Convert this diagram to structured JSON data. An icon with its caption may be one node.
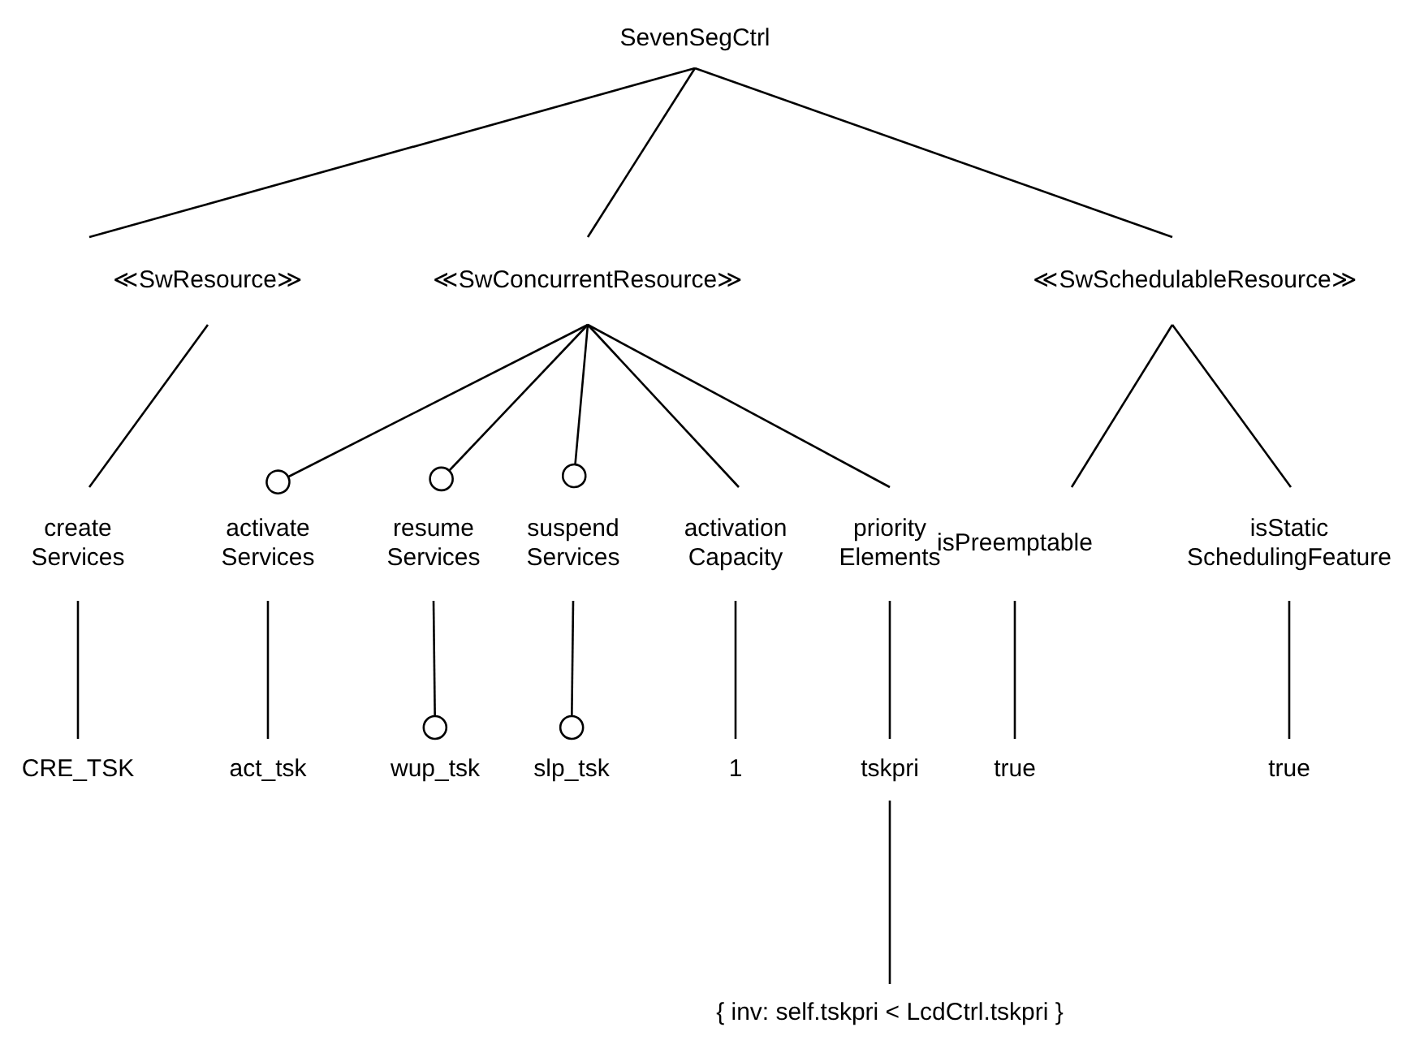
{
  "diagram": {
    "nodes": [
      {
        "text": [
          "SevenSegCtrl"
        ]
      },
      {
        "text": [
          "≪SwResource≫"
        ]
      },
      {
        "text": [
          "≪SwConcurrentResource≫"
        ]
      },
      {
        "text": [
          "≪SwSchedulableResource≫"
        ]
      },
      {
        "text": [
          "create Services"
        ]
      },
      {
        "text": [
          "activate Services"
        ]
      },
      {
        "text": [
          "resume Services"
        ]
      },
      {
        "text": [
          "suspend Services"
        ]
      },
      {
        "text": [
          "activation Capacity"
        ]
      },
      {
        "text": [
          "priority Elements"
        ]
      },
      {
        "text": [
          "isPreemptable"
        ]
      },
      {
        "text": [
          "isStatic SchedulingFeature"
        ]
      },
      {
        "text": [
          "CRE_TSK"
        ]
      },
      {
        "text": [
          "act_tsk"
        ]
      },
      {
        "text": [
          "wup_tsk"
        ]
      },
      {
        "text": [
          "slp_tsk"
        ]
      },
      {
        "text": [
          "1"
        ]
      },
      {
        "text": [
          "tskpri"
        ]
      },
      {
        "text": [
          "true"
        ]
      },
      {
        "text": [
          "true"
        ]
      },
      {
        "text": [
          "{ inv: self.tskpri < LcdCtrl.tskpri }"
        ]
      }
    ],
    "edges": [
      {
        "from": 0,
        "to": 1,
        "arrow": "none"
      },
      {
        "from": 0,
        "to": 2,
        "arrow": "none"
      },
      {
        "from": 0,
        "to": 3,
        "arrow": "none"
      },
      {
        "from": 1,
        "to": 4,
        "arrow": "none"
      },
      {
        "from": 2,
        "to": 5,
        "arrow": "other"
      },
      {
        "from": 2,
        "to": 6,
        "arrow": "other"
      },
      {
        "from": 2,
        "to": 7,
        "arrow": "other"
      },
      {
        "from": 2,
        "to": 8,
        "arrow": "none"
      },
      {
        "from": 2,
        "to": 9,
        "arrow": "none"
      },
      {
        "from": 3,
        "to": 10,
        "arrow": "none"
      },
      {
        "from": 3,
        "to": 11,
        "arrow": "none"
      },
      {
        "from": 4,
        "to": 12,
        "arrow": "none"
      },
      {
        "from": 5,
        "to": 13,
        "arrow": "none"
      },
      {
        "from": 6,
        "to": 14,
        "arrow": "other"
      },
      {
        "from": 7,
        "to": 15,
        "arrow": "other"
      },
      {
        "from": 8,
        "to": 16,
        "arrow": "none"
      },
      {
        "from": 9,
        "to": 17,
        "arrow": "none"
      },
      {
        "from": 10,
        "to": 18,
        "arrow": "none"
      },
      {
        "from": 11,
        "to": 19,
        "arrow": "none"
      },
      {
        "from": 17,
        "to": 20,
        "arrow": "none"
      }
    ]
  }
}
